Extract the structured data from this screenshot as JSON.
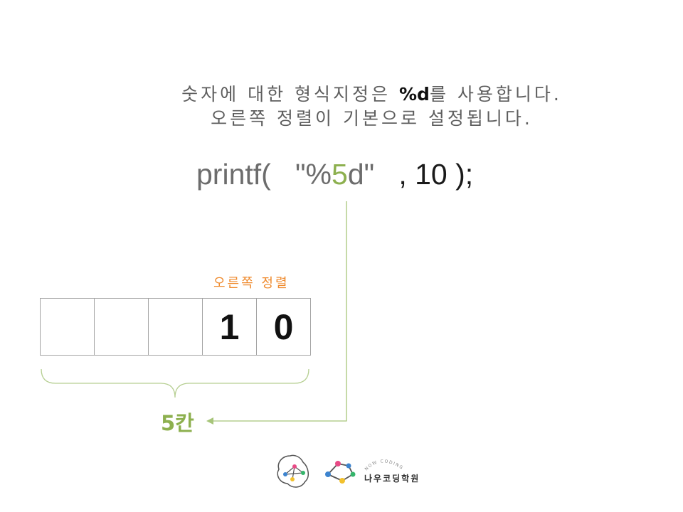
{
  "description": {
    "line1_before": "숫자에 대한 형식지정은 ",
    "line1_highlight": "%d",
    "line1_after": "를 사용합니다.",
    "line2": "오른쪽 정렬이 기본으로 설정됩니다."
  },
  "code": {
    "prefix": "printf(   \"%",
    "width_digit": "5",
    "format_end": "d\"",
    "args": "   , 10 );"
  },
  "alignment_label": "오른쪽 정렬",
  "cells": [
    "",
    "",
    "",
    "1",
    "0"
  ],
  "width_label": "5칸",
  "logo": {
    "arc_text": "NOW CODING",
    "name": "나우코딩학원"
  },
  "colors": {
    "accent_green": "#8db04f",
    "accent_orange": "#ef8a2d",
    "text_gray": "#5e5e5e",
    "border_gray": "#a3a3a3"
  }
}
